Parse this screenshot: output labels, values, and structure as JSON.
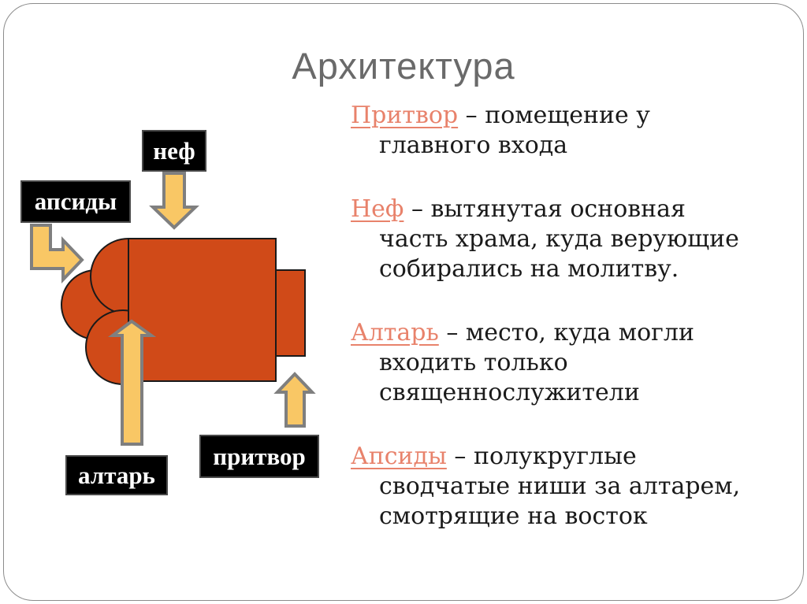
{
  "slide": {
    "title": "Архитектура"
  },
  "separator": " – ",
  "diagram": {
    "labels": [
      {
        "id": "nef",
        "text": "неф"
      },
      {
        "id": "apsidy",
        "text": "апсиды"
      },
      {
        "id": "altar",
        "text": "алтарь"
      },
      {
        "id": "pritvor",
        "text": "притвор"
      }
    ]
  },
  "definitions": [
    {
      "term": "Притвор",
      "lines": [
        "помещение у",
        "главного входа"
      ]
    },
    {
      "term": "Неф",
      "lines": [
        "вытянутая основная",
        "часть храма, куда верующие",
        "собирались на молитву."
      ]
    },
    {
      "term": "Алтарь",
      "lines": [
        "место, куда могли",
        "входить только",
        "священнослужители"
      ]
    },
    {
      "term": "Апсиды",
      "lines": [
        "полукруглые",
        "сводчатые ниши за алтарем,",
        "смотрящие на восток"
      ]
    }
  ],
  "colors": {
    "shape": "#D04A18",
    "outline": "#1a1a1a",
    "arrow-fill": "#F9C765",
    "arrow-stroke": "#7F7F7F",
    "accent": "#E8826B",
    "title": "#6A6A6A",
    "text": "#1A1A1A",
    "label-bg": "#000000",
    "label-border": "#4A4A4A",
    "label-text": "#FFFFFF",
    "frame": "#8C8C8C"
  }
}
